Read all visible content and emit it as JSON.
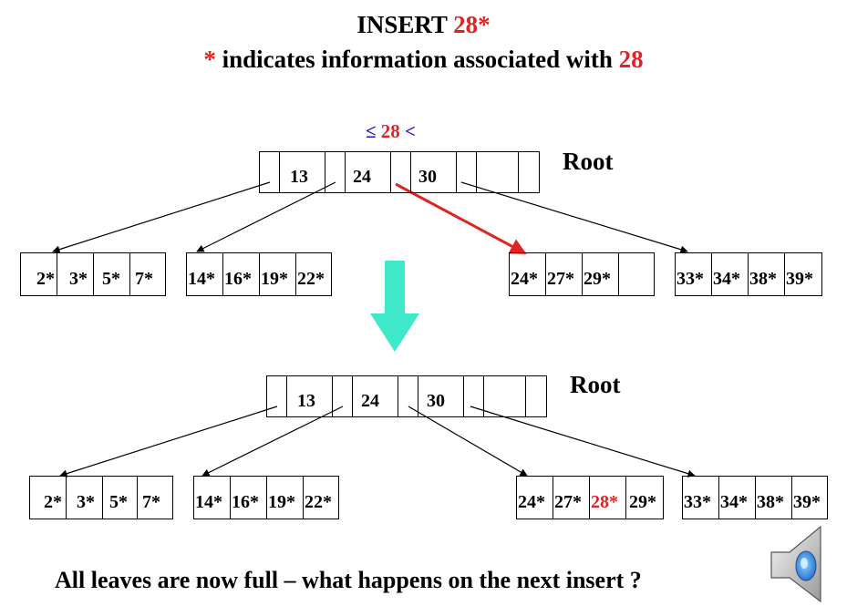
{
  "header": {
    "title_prefix": "INSERT ",
    "title_key": "28*",
    "subtitle_star": "*",
    "subtitle_text": " indicates information associated with ",
    "subtitle_key": "28"
  },
  "top": {
    "condition_left": "≤",
    "condition_key": "28",
    "condition_right": "<",
    "root_label": "Root",
    "root_keys": [
      "13",
      "24",
      "30"
    ],
    "leaves": [
      [
        "2*",
        "3*",
        "5*",
        "7*"
      ],
      [
        "14*",
        "16*",
        "19*",
        "22*"
      ],
      [
        "24*",
        "27*",
        "29*",
        ""
      ],
      [
        "33*",
        "34*",
        "38*",
        "39*"
      ]
    ]
  },
  "bottom": {
    "root_label": "Root",
    "root_keys": [
      "13",
      "24",
      "30"
    ],
    "leaves": [
      [
        "2*",
        "3*",
        "5*",
        "7*"
      ],
      [
        "14*",
        "16*",
        "19*",
        "22*"
      ],
      [
        "24*",
        "27*",
        "28*",
        "29*"
      ],
      [
        "33*",
        "34*",
        "38*",
        "39*"
      ]
    ]
  },
  "footer": {
    "question": "All leaves are now full – what happens on the next insert ?"
  },
  "colors": {
    "highlight": "#e02424",
    "root_label": "#2e8b2e",
    "question": "#1a1ad0",
    "arrow": "#3fe8c8"
  },
  "icons": {
    "audio": "speaker-icon"
  }
}
